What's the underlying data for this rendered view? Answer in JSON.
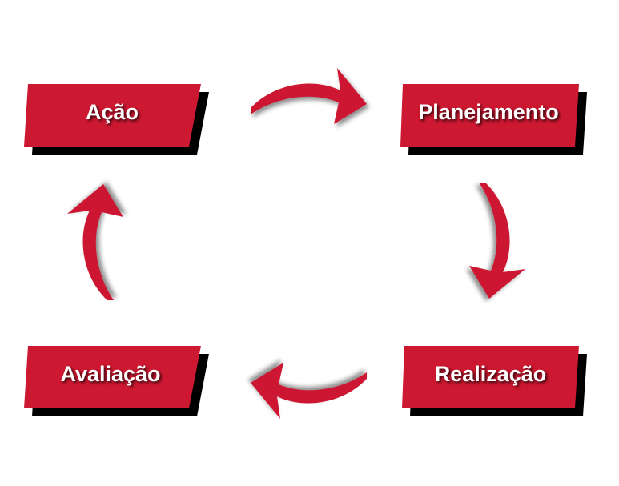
{
  "colors": {
    "box": "#cc1831",
    "shadow": "#000000",
    "arrow": "#cc1831",
    "text": "#ffffff"
  },
  "steps": [
    {
      "label": "Ação"
    },
    {
      "label": "Planejamento"
    },
    {
      "label": "Realização"
    },
    {
      "label": "Avaliação"
    }
  ]
}
